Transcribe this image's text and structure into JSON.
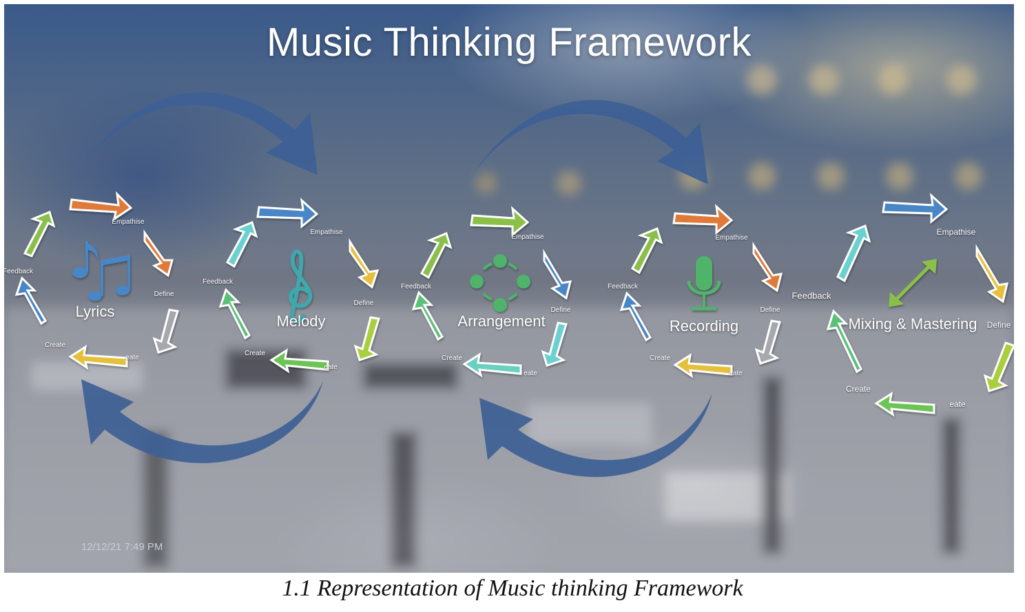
{
  "title": "Music Thinking Framework",
  "caption": "1.1   Representation of Music thinking Framework",
  "timestamp": "12/12/21 7:49 PM",
  "stages": [
    {
      "name": "Lyrics",
      "icon": "music-notes-icon",
      "steps": {
        "empathise": "Empathise",
        "define": "Define",
        "create": "Create",
        "ideate": "eate",
        "feedback": "Feedback"
      }
    },
    {
      "name": "Melody",
      "icon": "treble-clef-icon",
      "steps": {
        "empathise": "Empathise",
        "define": "Define",
        "create": "Create",
        "ideate": "eate",
        "feedback": "Feedback"
      }
    },
    {
      "name": "Arrangement",
      "icon": "arrangement-nodes-icon",
      "steps": {
        "empathise": "Empathise",
        "define": "Define",
        "create": "Create",
        "ideate": "eate",
        "feedback": "Feedback"
      }
    },
    {
      "name": "Recording",
      "icon": "microphone-icon",
      "steps": {
        "empathise": "Empathise",
        "define": "Define",
        "create": "Create",
        "ideate": "eate",
        "feedback": "Feedback"
      }
    },
    {
      "name": "Mixing & Mastering",
      "icon": "double-arrow-icon",
      "steps": {
        "empathise": "Empathise",
        "define": "Define",
        "create": "Create",
        "ideate": "eate",
        "feedback": "Feedback"
      }
    }
  ],
  "colors": {
    "flow_arrow": "#3d5f95",
    "icon_blue": "#4a86c5",
    "icon_teal": "#3fa7ad",
    "icon_green": "#4fb36b",
    "icon_lime": "#8ac04a"
  }
}
